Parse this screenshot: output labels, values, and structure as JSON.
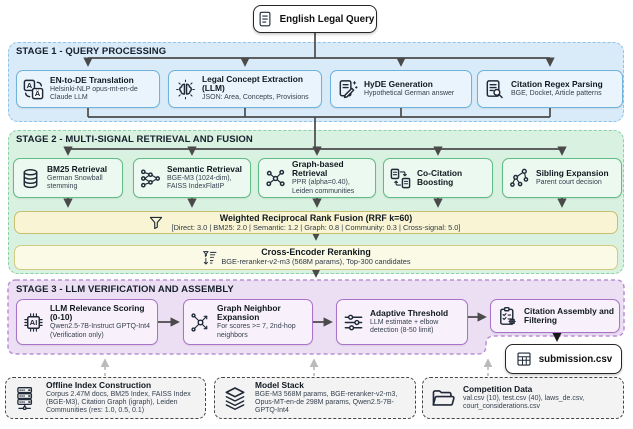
{
  "query": {
    "label": "English Legal Query",
    "icon": "document-icon"
  },
  "stage1": {
    "title": "STAGE 1 - QUERY PROCESSING",
    "boxes": [
      {
        "title": "EN-to-DE Translation",
        "subtitle": "Helsinki-NLP opus-mt-en-de Claude LLM",
        "icon": "translate-icon"
      },
      {
        "title": "Legal Concept Extraction (LLM)",
        "subtitle": "JSON: Area, Concepts, Provisions",
        "icon": "brain-extraction-icon"
      },
      {
        "title": "HyDE Generation",
        "subtitle": "Hypothetical German answer",
        "icon": "pen-document-icon"
      },
      {
        "title": "Citation Regex Parsing",
        "subtitle": "BGE, Docket, Article patterns",
        "icon": "document-search-icon"
      }
    ]
  },
  "stage2": {
    "title": "STAGE 2 - MULTI-SIGNAL RETRIEVAL AND FUSION",
    "boxes": [
      {
        "title": "BM25 Retrieval",
        "subtitle": "German Snowball stemming",
        "icon": "database-icon"
      },
      {
        "title": "Semantic Retrieval",
        "subtitle": "BGE-M3 (1024-dim), FAISS IndexFlatIP",
        "icon": "network-icon"
      },
      {
        "title": "Graph-based Retrieval",
        "subtitle": "PPR (alpha=0.40), Leiden communities",
        "icon": "graph-icon"
      },
      {
        "title": "Co-Citation Boosting",
        "subtitle": "",
        "icon": "co-citation-icon"
      },
      {
        "title": "Sibling Expansion",
        "subtitle": "Parent court decision",
        "icon": "tree-branch-icon"
      }
    ],
    "fusion": {
      "title": "Weighted Reciprocal Rank Fusion (RRF k=60)",
      "weights": "[Direct: 3.0 | BM25: 2.0 | Semantic: 1.2 | Graph: 0.8 | Community: 0.3 | Cross-signal: 5.0]",
      "icon": "funnel-icon"
    },
    "rerank": {
      "title": "Cross-Encoder Reranking",
      "subtitle": "BGE-reranker-v2-m3 (568M params), Top-300 candidates",
      "icon": "sort-icon"
    }
  },
  "stage3": {
    "title": "STAGE 3 - LLM VERIFICATION AND ASSEMBLY",
    "boxes": [
      {
        "title": "LLM Relevance Scoring (0-10)",
        "subtitle": "Qwen2.5-7B-Instruct GPTQ-Int4 (Verification only)",
        "icon": "ai-chip-icon"
      },
      {
        "title": "Graph Neighbor Expansion",
        "subtitle": "For scores >= 7, 2nd-hop neighbors",
        "icon": "node-expand-icon"
      },
      {
        "title": "Adaptive Threshold",
        "subtitle": "LLM estimate + elbow detection (8-50 limit)",
        "icon": "sliders-icon"
      },
      {
        "title": "Citation Assembly and Filtering",
        "subtitle": "",
        "icon": "clipboard-gear-icon"
      }
    ]
  },
  "output": {
    "label": "submission.csv",
    "icon": "spreadsheet-icon"
  },
  "resources": [
    {
      "title": "Offline Index Construction",
      "subtitle": "Corpus 2.47M docs, BM25 Index, FAISS Index (BGE-M3), Citation Graph (igraph), Leiden Communities (res: 1.0, 0.5, 0.1)",
      "icon": "server-icon"
    },
    {
      "title": "Model Stack",
      "subtitle": "BGE-M3 568M params, BGE-reranker-v2-m3, Opus-MT-en-de 298M params, Qwen2.5-7B-GPTQ-Int4",
      "icon": "layers-icon"
    },
    {
      "title": "Competition Data",
      "subtitle": "val.csv (10), test.csv (40), laws_de.csv, court_considerations.csv",
      "icon": "folder-icon"
    }
  ],
  "colors": {
    "stage1_fill": "#d9eaf8",
    "stage1_border": "#8fc3e9",
    "stage1_box_fill": "#eaf4fc",
    "stage1_box_border": "#6fb3dc",
    "stage2_fill": "#d9f1e1",
    "stage2_border": "#8ad1a5",
    "stage2_box_fill": "#ecf9f1",
    "stage2_box_border": "#5fbc82",
    "fusion_fill": "#f9f5d4",
    "fusion_border": "#c5bf6e",
    "rerank_fill": "#fbfae6",
    "rerank_border": "#cfcb80",
    "stage3_fill": "#ecdff4",
    "stage3_border": "#b98fd4",
    "stage3_box_fill": "#f8f1fb",
    "stage3_box_border": "#a873c8",
    "resource_fill": "#f3f3f4",
    "resource_border": "#454545",
    "arrow": "#4a4a4a",
    "arrow_dashed": "#bbbbbb"
  }
}
